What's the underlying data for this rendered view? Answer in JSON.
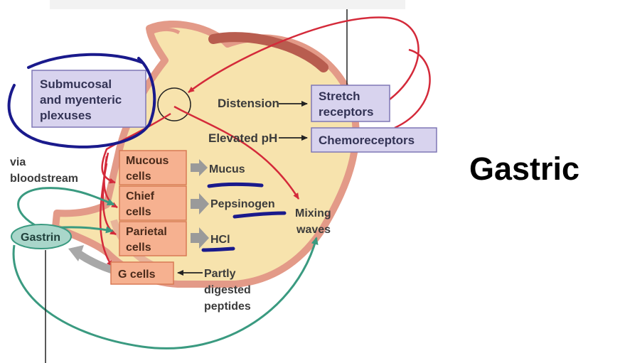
{
  "boxes": {
    "plexus": [
      "Submucosal",
      "and myenteric",
      "plexuses"
    ],
    "stretch": [
      "Stretch",
      "receptors"
    ],
    "chemo": [
      "Chemoreceptors"
    ],
    "mucous": [
      "Mucous",
      "cells"
    ],
    "chief": [
      "Chief",
      "cells"
    ],
    "parietal": [
      "Parietal",
      "cells"
    ],
    "gcells": [
      "G cells"
    ],
    "gastrin": [
      "Gastrin"
    ]
  },
  "labels": {
    "distension": "Distension",
    "elevated_ph": "Elevated pH",
    "via": [
      "via",
      "bloodstream"
    ],
    "mucus": "Mucus",
    "pepsinogen": "Pepsinogen",
    "hcl": "HCl",
    "mixing": [
      "Mixing",
      "waves"
    ],
    "peptides": [
      "Partly",
      "digested",
      "peptides"
    ]
  },
  "side_title": "Gastric",
  "colors": {
    "stomach_fill": "#f7e3ad",
    "stomach_wall": "#e39a88",
    "muscle": "#b85d4f",
    "sensor_box": "#d8d3ee",
    "cell_box": "#f6b190",
    "nerve_red": "#d42a3a",
    "hormone_green": "#3a9a80",
    "gastrin_fill": "#a9d6ca",
    "annotation_blue": "#1a1a8c"
  }
}
